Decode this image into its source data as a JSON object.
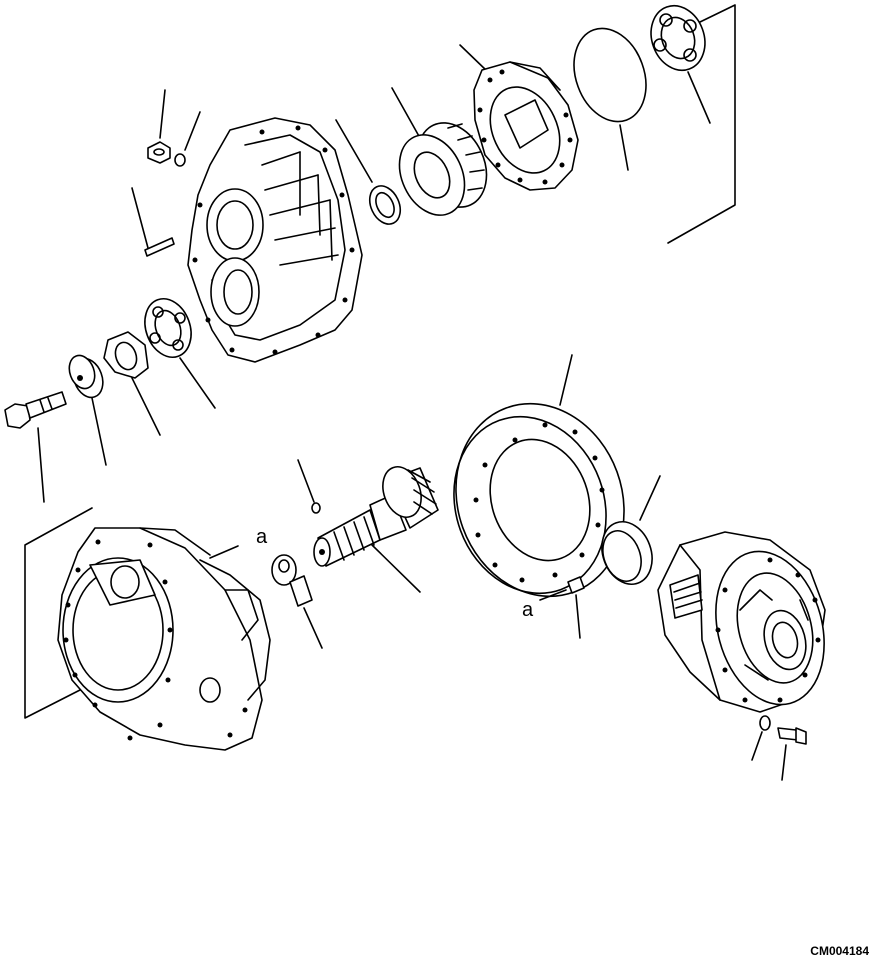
{
  "drawing_code": "CM004184",
  "callout_marks": [
    "a",
    "a"
  ],
  "parts": [
    "top-case-cover",
    "bolt-with-washer",
    "o-ring",
    "dowel-pin",
    "needle-bearing",
    "taper-roller-bearing",
    "bearing-cage",
    "o-ring-large",
    "roller-bearing-outer",
    "roller-bearing-lower",
    "lock-nut",
    "spacer-washer",
    "hex-bolt",
    "differential-case",
    "pinion-shaft",
    "lock-plate",
    "lock-pin",
    "ring-gear",
    "bearing-race",
    "knock-pin",
    "differential-assembly",
    "spring-washer",
    "mounting-bolt"
  ]
}
